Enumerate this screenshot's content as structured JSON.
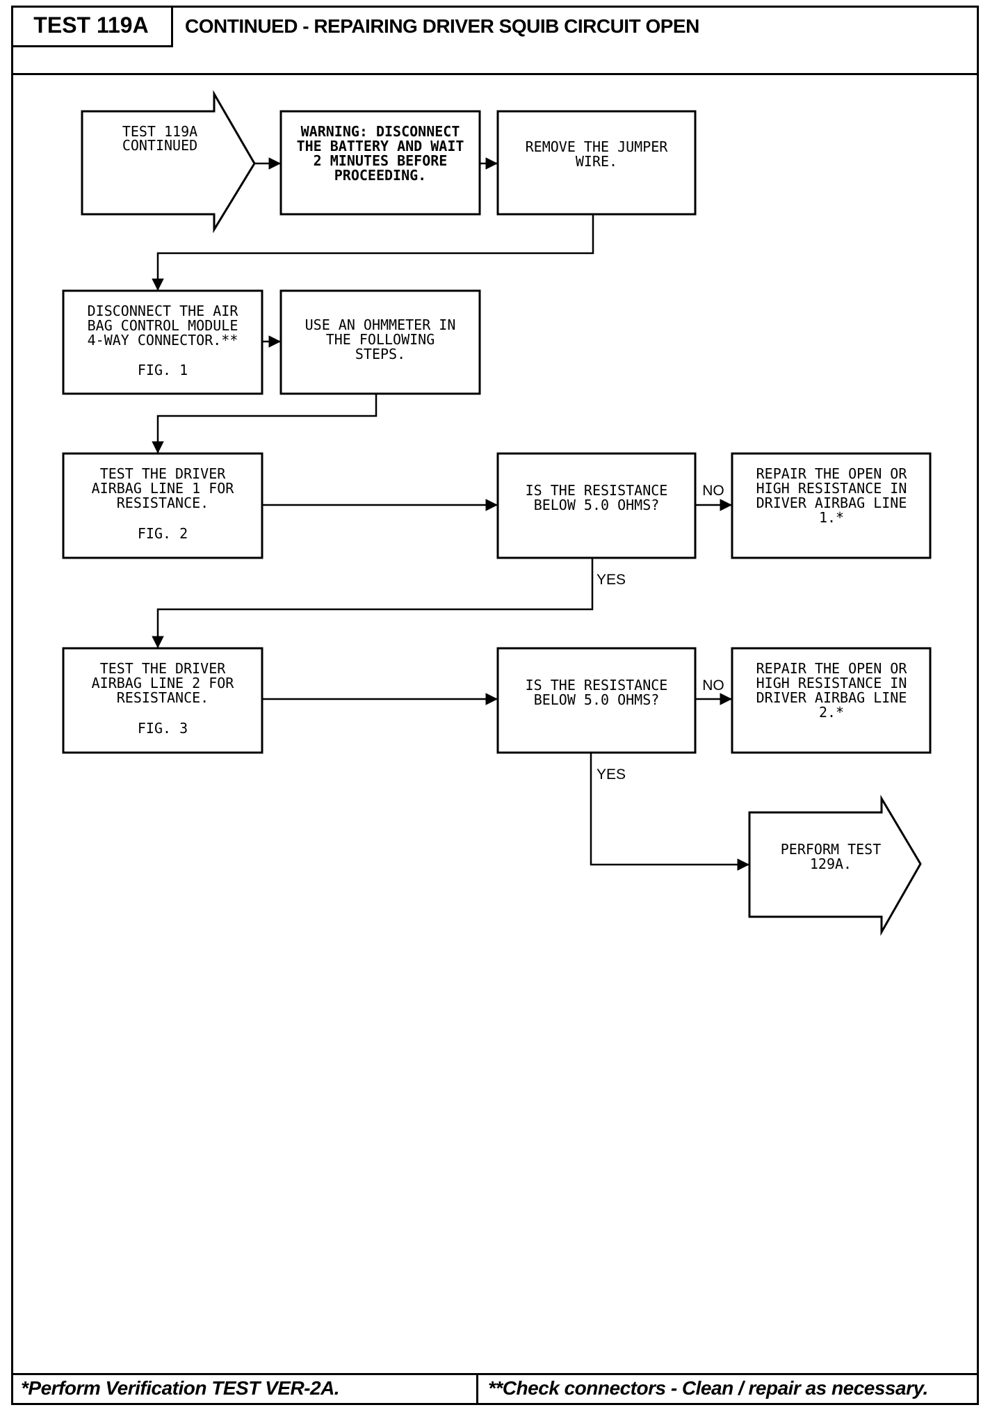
{
  "header": {
    "test_id": "TEST 119A",
    "title": "CONTINUED - REPAIRING DRIVER SQUIB CIRCUIT OPEN"
  },
  "footer": {
    "left_note": "*Perform Verification TEST VER-2A.",
    "right_note": "**Check connectors - Clean / repair as necessary."
  },
  "flowchart": {
    "start": {
      "lines": [
        "TEST 119A",
        "CONTINUED"
      ]
    },
    "warning": {
      "lines": [
        "WARNING: DISCONNECT",
        "THE BATTERY AND WAIT",
        "2 MINUTES BEFORE",
        "PROCEEDING."
      ]
    },
    "remove_jumper": {
      "lines": [
        "REMOVE THE JUMPER",
        "WIRE."
      ]
    },
    "disconnect_module": {
      "lines": [
        "DISCONNECT THE AIR",
        "BAG CONTROL MODULE",
        "4-WAY CONNECTOR.**"
      ],
      "fig": "FIG. 1"
    },
    "use_ohmmeter": {
      "lines": [
        "USE AN OHMMETER IN",
        "THE FOLLOWING",
        "STEPS."
      ]
    },
    "test_line1": {
      "lines": [
        "TEST THE DRIVER",
        "AIRBAG LINE 1 FOR",
        "RESISTANCE."
      ],
      "fig": "FIG. 2"
    },
    "question1": {
      "lines": [
        "IS THE RESISTANCE",
        "BELOW 5.0 OHMS?"
      ]
    },
    "repair_line1": {
      "lines": [
        "REPAIR THE OPEN OR",
        "HIGH RESISTANCE IN",
        "DRIVER AIRBAG LINE",
        "1.*"
      ]
    },
    "test_line2": {
      "lines": [
        "TEST THE DRIVER",
        "AIRBAG LINE 2 FOR",
        "RESISTANCE."
      ],
      "fig": "FIG. 3"
    },
    "question2": {
      "lines": [
        "IS THE RESISTANCE",
        "BELOW 5.0 OHMS?"
      ]
    },
    "repair_line2": {
      "lines": [
        "REPAIR THE OPEN OR",
        "HIGH RESISTANCE IN",
        "DRIVER AIRBAG LINE",
        "2.*"
      ]
    },
    "perform_test": {
      "lines": [
        "PERFORM TEST",
        "129A."
      ]
    },
    "edge_labels": {
      "no1": "NO",
      "yes1": "YES",
      "no2": "NO",
      "yes2": "YES"
    }
  }
}
